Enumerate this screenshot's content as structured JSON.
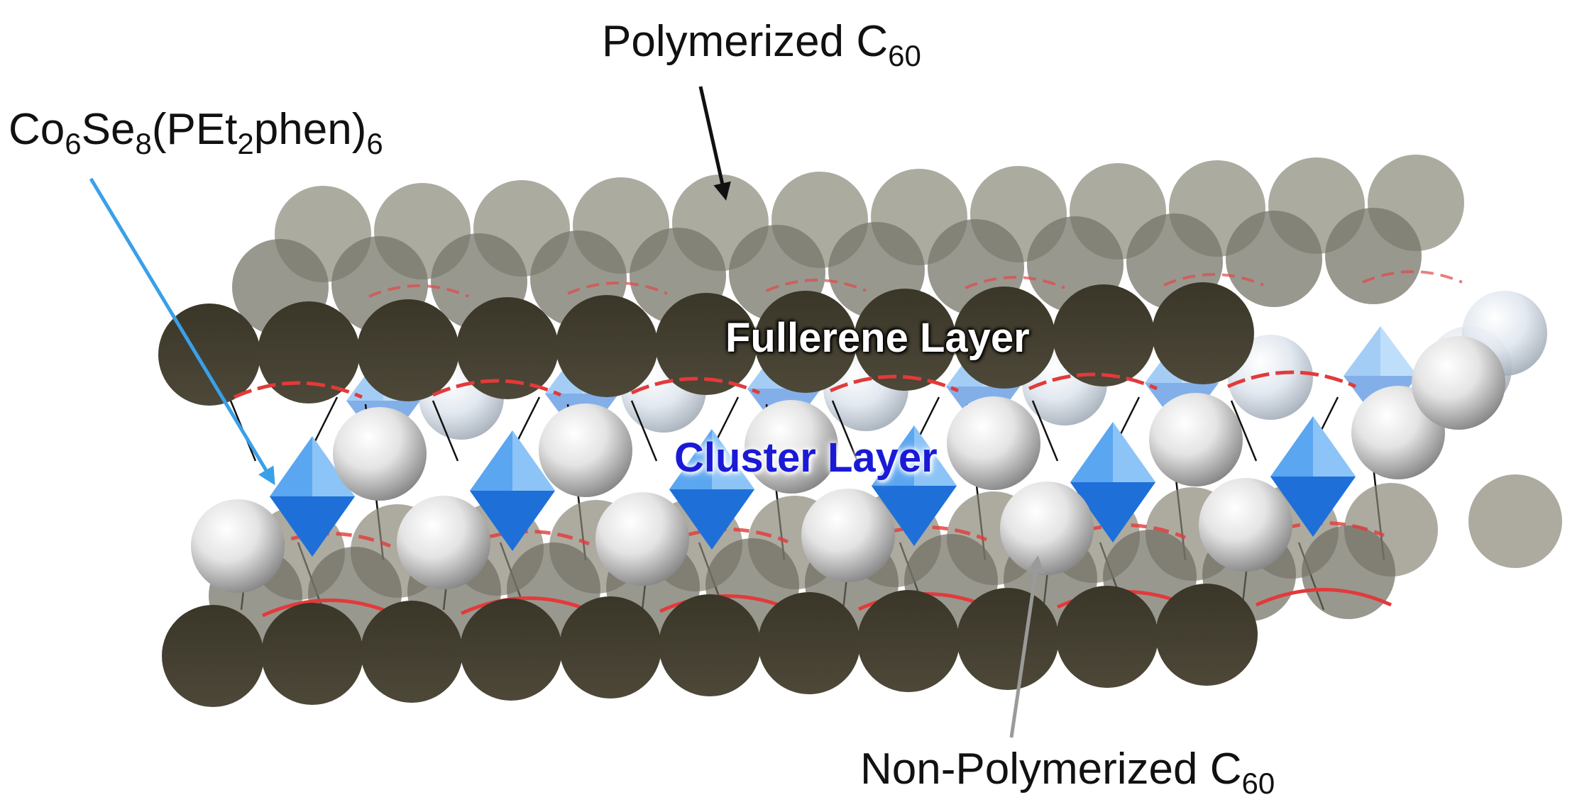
{
  "labels": {
    "polymerized": {
      "text": "Polymerized C",
      "sub": "60"
    },
    "cluster_formula": {
      "p1": "Co",
      "s1": "6",
      "p2": "Se",
      "s2": "8",
      "p3": "(PEt",
      "s3": "2",
      "p4": "phen)",
      "s4": "6"
    },
    "non_polymerized": {
      "text": "Non-Polymerized C",
      "sub": "60"
    },
    "fullerene_layer": "Fullerene Layer",
    "cluster_layer": "Cluster Layer"
  },
  "colors": {
    "fullerene_dark": "#45402f",
    "fullerene_back": "#8a8878",
    "bond_red": "#e23a3a",
    "cluster_blue": "#3d8fe6",
    "arrow_blue": "#3aa0e8",
    "arrow_gray": "#9a9a9a",
    "arrow_black": "#111111"
  }
}
